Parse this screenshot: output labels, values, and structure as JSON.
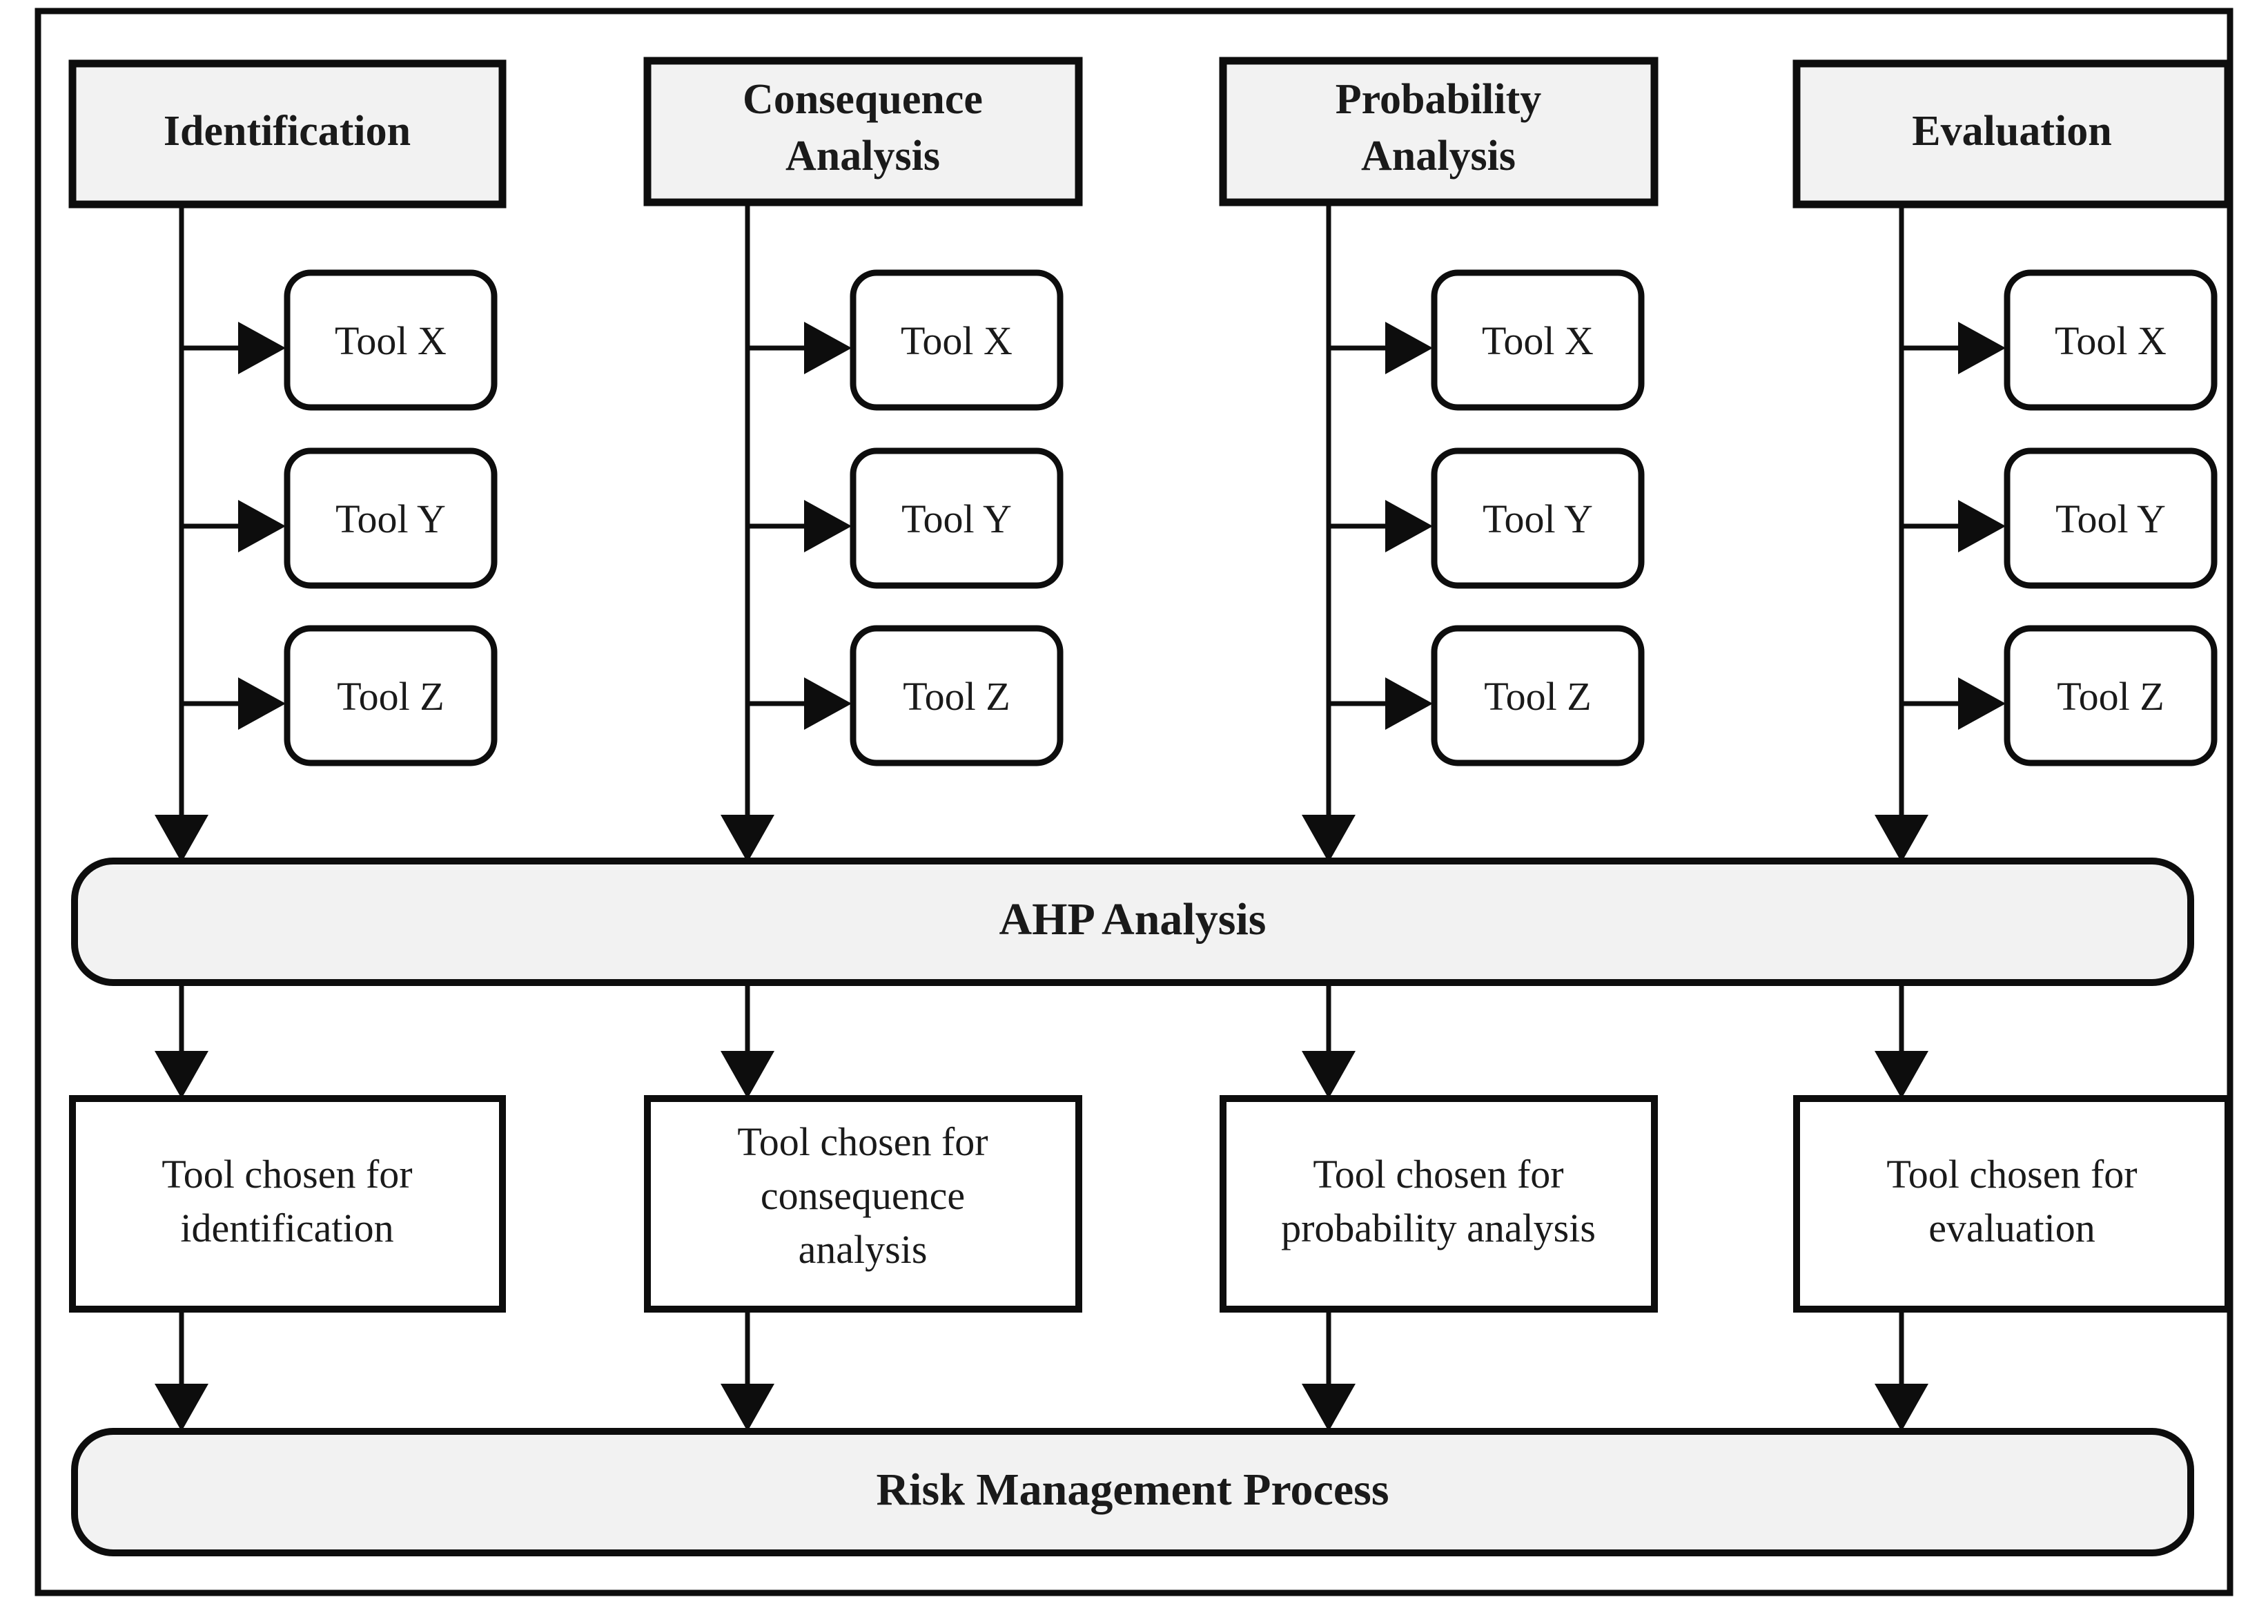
{
  "diagram": {
    "title": "Risk management tool selection flowchart",
    "colors": {
      "stroke": "#0d0d0d",
      "header_fill": "#f2f2f2",
      "bar_fill": "#f2f2f2",
      "box_fill": "#ffffff",
      "page_background": "#ffffff",
      "text": "#1a1a1a"
    },
    "columns": [
      {
        "id": "identification",
        "header": "Identification",
        "header_lines": [
          "Identification"
        ],
        "tools": [
          "Tool X",
          "Tool Y",
          "Tool Z"
        ],
        "result": "Tool chosen for identification",
        "result_lines": [
          "Tool chosen for",
          "identification"
        ]
      },
      {
        "id": "consequence-analysis",
        "header": "Consequence Analysis",
        "header_lines": [
          "Consequence",
          "Analysis"
        ],
        "tools": [
          "Tool X",
          "Tool Y",
          "Tool Z"
        ],
        "result": "Tool chosen for consequence analysis",
        "result_lines": [
          "Tool chosen for",
          "consequence",
          "analysis"
        ]
      },
      {
        "id": "probability-analysis",
        "header": "Probability Analysis",
        "header_lines": [
          "Probability",
          "Analysis"
        ],
        "tools": [
          "Tool X",
          "Tool Y",
          "Tool Z"
        ],
        "result": "Tool chosen for probability analysis",
        "result_lines": [
          "Tool chosen for",
          "probability analysis"
        ]
      },
      {
        "id": "evaluation",
        "header": "Evaluation",
        "header_lines": [
          "Evaluation"
        ],
        "tools": [
          "Tool X",
          "Tool Y",
          "Tool Z"
        ],
        "result": "Tool chosen for evaluation",
        "result_lines": [
          "Tool chosen for",
          "evaluation"
        ]
      }
    ],
    "middle_bar": {
      "label": "AHP Analysis"
    },
    "bottom_bar": {
      "label": "Risk Management Process"
    }
  }
}
